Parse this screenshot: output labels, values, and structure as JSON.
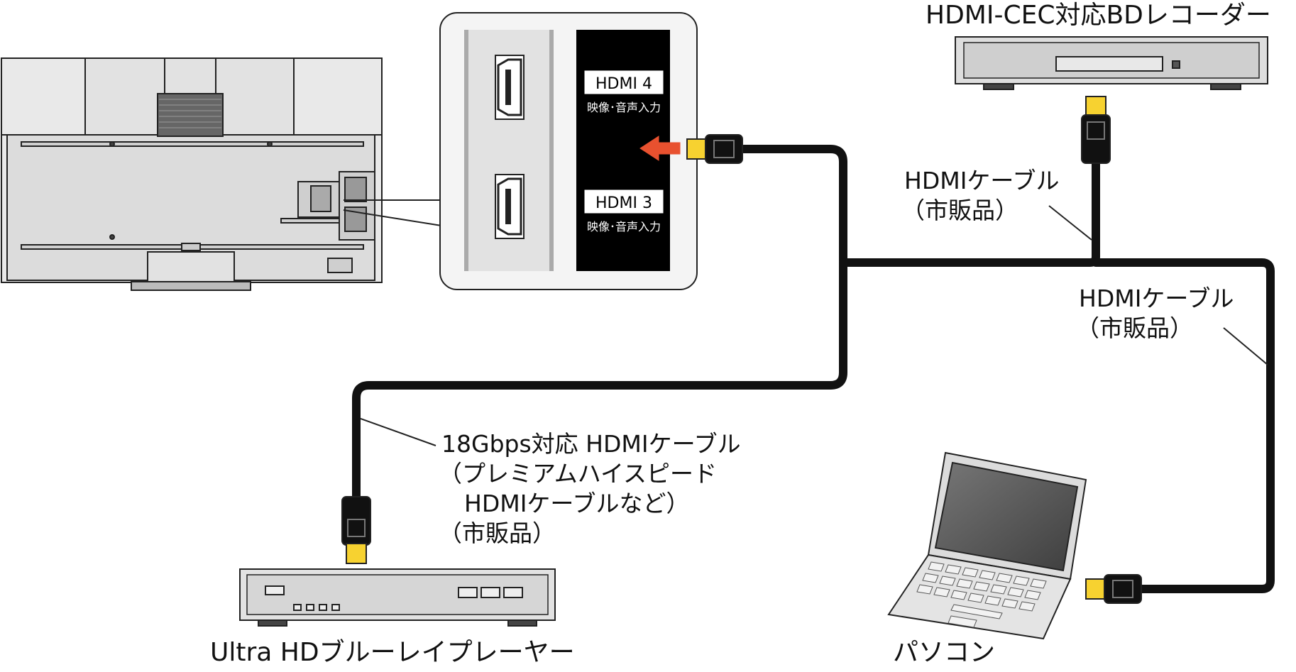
{
  "devices": {
    "bd_recorder": "HDMI-CEC対応BDレコーダー",
    "uhd_player": "Ultra HDブルーレイプレーヤー",
    "pc": "パソコン"
  },
  "tv_panel": {
    "port_upper": {
      "name": "HDMI 4",
      "caption": "映像･音声入力"
    },
    "port_lower": {
      "name": "HDMI 3",
      "caption": "映像･音声入力"
    }
  },
  "cables": {
    "recorder_cable": {
      "line1": "HDMIケーブル",
      "line2": "（市販品）"
    },
    "pc_cable": {
      "line1": "HDMIケーブル",
      "line2": "（市販品）"
    },
    "uhd_cable": {
      "line1": "18Gbps対応 HDMIケーブル",
      "line2": "（プレミアムハイスピード",
      "line3": "HDMIケーブルなど）",
      "line4": "（市販品）"
    }
  },
  "colors": {
    "cable": "#111111",
    "plug_gold": "#f7d230",
    "arrow": "#e8512f",
    "port_panel": "#000000",
    "device_fill": "#d9d9d9",
    "screen": "#555555"
  }
}
